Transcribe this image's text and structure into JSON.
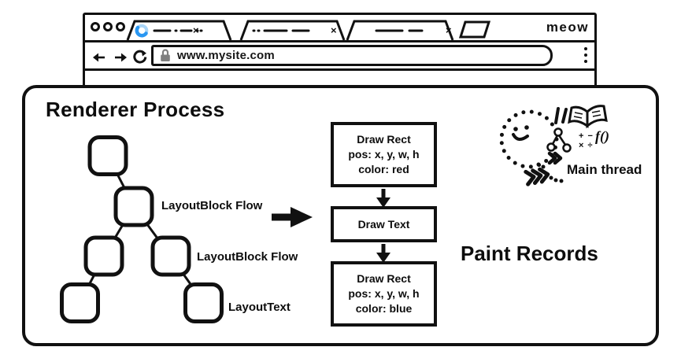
{
  "browser": {
    "brand": "meow",
    "address_bar": {
      "url": "www.mysite.com"
    },
    "tabs": {
      "close_glyph": "×"
    }
  },
  "renderer": {
    "title": "Renderer Process",
    "layout_tree": {
      "labels": [
        "LayoutBlock Flow",
        "LayoutBlock Flow",
        "LayoutText"
      ]
    },
    "paint": {
      "heading": "Paint Records",
      "records": [
        {
          "lines": [
            "Draw Rect",
            "pos: x, y, w, h",
            "color: red"
          ]
        },
        {
          "lines": [
            "Draw Text"
          ]
        },
        {
          "lines": [
            "Draw Rect",
            "pos: x, y, w, h",
            "color: blue"
          ]
        }
      ]
    },
    "main_thread": {
      "label": "Main thread",
      "fn": "f()",
      "plus_minus": "+ −",
      "times_div": "× ÷"
    }
  },
  "colors": {
    "ink": "#111111",
    "spinner_light": "#a9d5f7",
    "spinner_dark": "#2a97f2",
    "lock": "#7f7f7f"
  }
}
